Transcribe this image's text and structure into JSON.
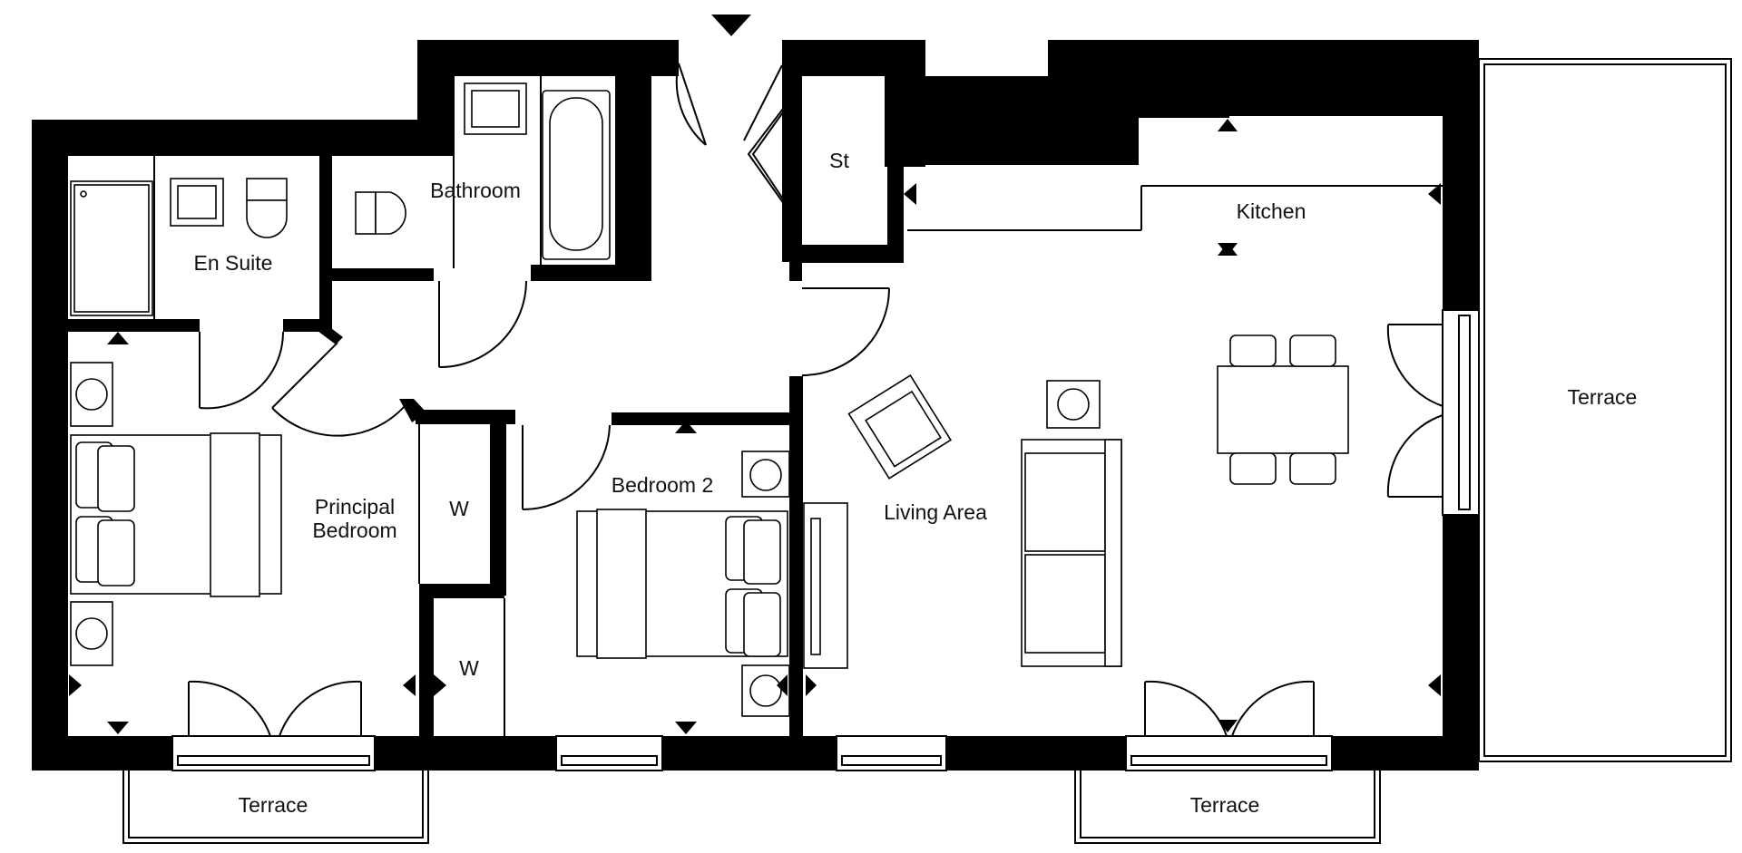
{
  "plan": {
    "rooms": {
      "en_suite": "En Suite",
      "bathroom": "Bathroom",
      "store": "St",
      "kitchen": "Kitchen",
      "principal_bedroom_line1": "Principal",
      "principal_bedroom_line2": "Bedroom",
      "wardrobe_1": "W",
      "wardrobe_2": "W",
      "bedroom_2": "Bedroom 2",
      "living_area": "Living Area",
      "terrace_right": "Terrace",
      "terrace_left": "Terrace",
      "terrace_center": "Terrace"
    },
    "colors": {
      "wall": "#000000",
      "background": "#ffffff",
      "text": "#111111"
    }
  }
}
